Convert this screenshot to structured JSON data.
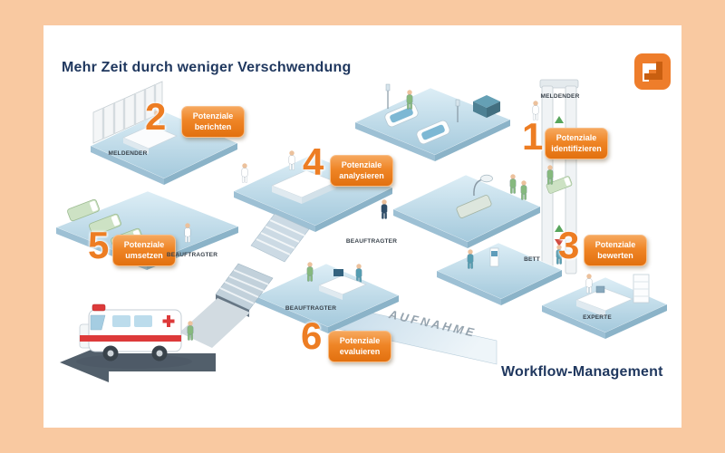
{
  "slide": {
    "title": "Mehr Zeit durch weniger Verschwendung",
    "footer": "Workflow-Management"
  },
  "steps": [
    {
      "number": "1",
      "label": "Potenziale identifizieren"
    },
    {
      "number": "2",
      "label": "Potenziale berichten"
    },
    {
      "number": "3",
      "label": "Potenziale bewerten"
    },
    {
      "number": "4",
      "label": "Potenziale analysieren"
    },
    {
      "number": "5",
      "label": "Potenziale umsetzen"
    },
    {
      "number": "6",
      "label": "Potenziale evaluieren"
    }
  ],
  "labels": {
    "meldender_top_left": "MELDENDER",
    "meldender_right": "MELDENDER",
    "beauftragter_center": "BEAUFTRAGTER",
    "beauftragter_left": "BEAUFTRAGTER",
    "beauftragter_bottom": "BEAUFTRAGTER",
    "bett": "BETT",
    "experte": "EXPERTE",
    "aufnahme": "AUFNAHME"
  },
  "logo": {
    "name": "company-logo"
  },
  "colors": {
    "background": "#f9c9a1",
    "slide": "#ffffff",
    "accent_orange": "#e87417",
    "title_navy": "#20385f",
    "platform_blue": "#bcd8e8",
    "arrow_gray": "#525f6b",
    "ambulance_red": "#dd3a3a"
  }
}
